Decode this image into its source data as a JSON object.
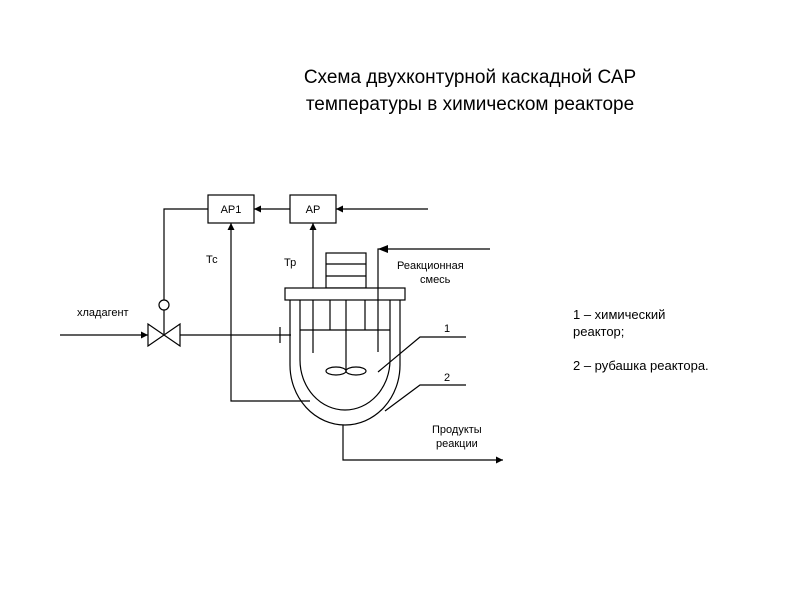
{
  "title": {
    "line1": "Схема двухконтурной каскадной САР",
    "line2": "температуры в химическом реакторе"
  },
  "diagram": {
    "controller_ar1": "АР1",
    "controller_ar": "АР",
    "sensor_tc": "Тс",
    "sensor_tr": "Тр",
    "coolant": "хладагент",
    "reaction_mix_line1": "Реакционная",
    "reaction_mix_line2": "смесь",
    "products_line1": "Продукты",
    "products_line2": "реакции",
    "callout_1": "1",
    "callout_2": "2"
  },
  "legend": {
    "item1_line1": "1 – химический",
    "item1_line2": "реактор;",
    "item2": "2 – рубашка реактора."
  }
}
